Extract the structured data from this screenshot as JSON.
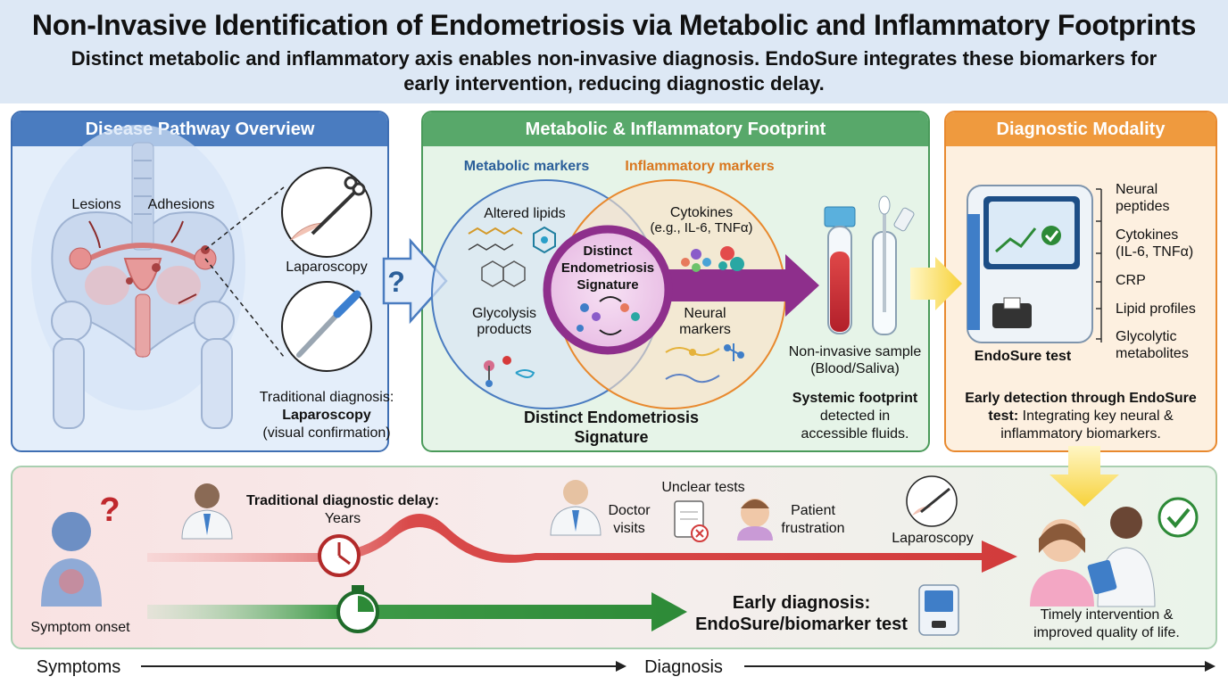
{
  "header": {
    "title": "Non-Invasive Identification of Endometriosis via Metabolic and Inflammatory Footprints",
    "subtitle": "Distinct metabolic and inflammatory axis enables non-invasive diagnosis. EndoSure integrates these biomarkers for early intervention, reducing diagnostic delay."
  },
  "panel_pathway": {
    "title": "Disease Pathway Overview",
    "lesions": "Lesions",
    "adhesions": "Adhesions",
    "laparoscopy": "Laparoscopy",
    "question": "?",
    "trad_line1": "Traditional diagnosis:",
    "trad_line2": "Laparoscopy",
    "trad_line3": "(visual confirmation)"
  },
  "panel_footprint": {
    "title": "Metabolic & Inflammatory Footprint",
    "metabolic_markers": "Metabolic markers",
    "inflammatory_markers": "Inflammatory markers",
    "altered_lipids": "Altered lipids",
    "glycolysis_1": "Glycolysis",
    "glycolysis_2": "products",
    "cytokines_1": "Cytokines",
    "cytokines_2": "(e.g., IL-6, TNFα)",
    "neural_1": "Neural",
    "neural_2": "markers",
    "center_1": "Distinct",
    "center_2": "Endometriosis",
    "center_3": "Signature",
    "bottom_1": "Distinct Endometriosis",
    "bottom_2": "Signature",
    "sample_1": "Non-invasive sample",
    "sample_2": "(Blood/Saliva)",
    "systemic_1": "Systemic footprint",
    "systemic_2": "detected in",
    "systemic_3": "accessible fluids."
  },
  "panel_modality": {
    "title": "Diagnostic Modality",
    "device_label": "EndoSure test",
    "biomarkers": [
      "Neural",
      "peptides",
      "Cytokines",
      "(IL-6, TNFα)",
      "CRP",
      "Lipid profiles",
      "Glycolytic",
      "metabolites"
    ],
    "early_1": "Early detection through EndoSure",
    "early_2": "test:",
    "early_2b": " Integrating key neural &",
    "early_3": "inflammatory biomarkers."
  },
  "timeline": {
    "symptom_onset": "Symptom onset",
    "delay_1": "Traditional diagnostic delay:",
    "delay_2": "Years",
    "doctor_1": "Doctor",
    "doctor_2": "visits",
    "unclear": "Unclear tests",
    "patient_1": "Patient",
    "patient_2": "frustration",
    "laparoscopy": "Laparoscopy",
    "early_1": "Early diagnosis:",
    "early_2": "EndoSure/biomarker test",
    "timely_1": "Timely intervention &",
    "timely_2": "improved quality of life.",
    "question": "?"
  },
  "axis": {
    "symptoms": "Symptoms",
    "diagnosis": "Diagnosis"
  },
  "colors": {
    "blue": "#4a7cc0",
    "green": "#58a86a",
    "orange": "#ef9a3e",
    "red_path": "#d64545",
    "green_path": "#2f8a3a",
    "purple": "#8e2f8c"
  }
}
